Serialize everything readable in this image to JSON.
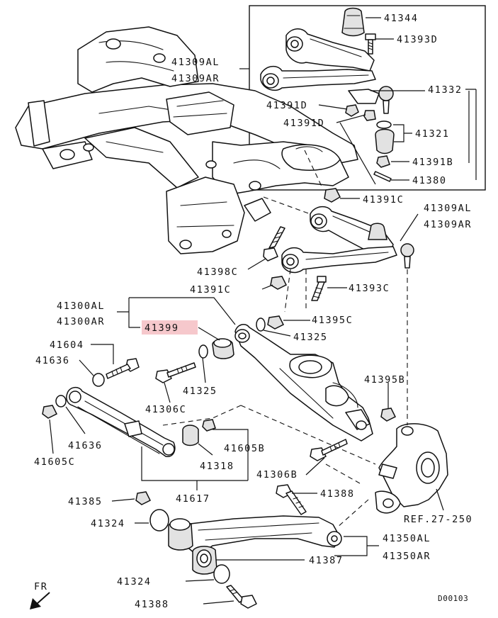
{
  "labels": {
    "p41344": "41344",
    "p41393D": "41393D",
    "p41309AL_top": "41309AL",
    "p41309AR_top": "41309AR",
    "p41332": "41332",
    "p41391D_a": "41391D",
    "p41391D_b": "41391D",
    "p41321": "41321",
    "p41391B": "41391B",
    "p41380": "41380",
    "p41391C_a": "41391C",
    "p41309AL_mid": "41309AL",
    "p41309AR_mid": "41309AR",
    "p41398C": "41398C",
    "p41391C_b": "41391C",
    "p41393C": "41393C",
    "p41300AL": "41300AL",
    "p41300AR": "41300AR",
    "p41399": "41399",
    "p41395C": "41395C",
    "p41325_a": "41325",
    "p41604": "41604",
    "p41636_a": "41636",
    "p41395B": "41395B",
    "p41325_b": "41325",
    "p41306C": "41306C",
    "p41636_b": "41636",
    "p41605C": "41605C",
    "p41605B": "41605B",
    "p41318": "41318",
    "p41306B": "41306B",
    "p41617": "41617",
    "p41385": "41385",
    "p41388_a": "41388",
    "ref": "REF.27-250",
    "p41324_a": "41324",
    "p41350AL": "41350AL",
    "p41350AR": "41350AR",
    "p41387": "41387",
    "p41324_b": "41324",
    "fr": "FR",
    "p41388_b": "41388",
    "code": "D00103"
  },
  "colors": {
    "highlight": "#f6c8cc",
    "line": "#111111"
  },
  "icons": {
    "front_arrow": "arrow-down-left-icon"
  }
}
